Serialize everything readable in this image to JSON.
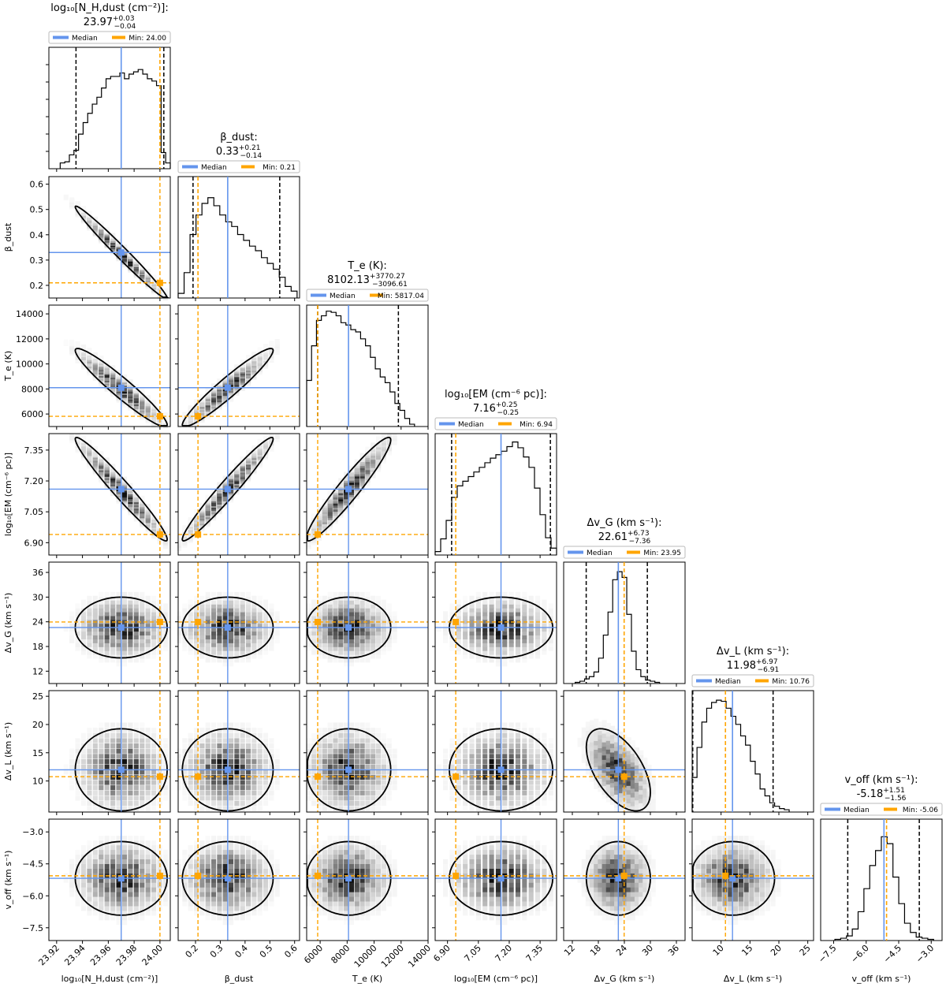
{
  "chart_data": {
    "type": "corner",
    "legend": {
      "median_label": "Median",
      "min_prefix": "Min: "
    },
    "colors": {
      "median": "#6495ed",
      "min": "#ffa500",
      "quantile": "#000000",
      "hist": "#000000",
      "density": "#000000"
    },
    "parameters": [
      {
        "name": "nh",
        "axis_label": "log₁₀[N_H,dust (cm⁻²)]",
        "title": "log₁₀[N_H,dust (cm⁻²)]:",
        "median": 23.97,
        "err_plus": "+0.03",
        "err_minus": "−0.04",
        "min": 24.0,
        "min_text": "24.00",
        "range": [
          23.914,
          24.008
        ],
        "ticks": [
          23.92,
          23.94,
          23.96,
          23.98,
          24.0
        ],
        "tick_labels": [
          "23.92",
          "23.94",
          "23.96",
          "23.98",
          "24.00"
        ],
        "q_lo": 23.935,
        "q_hi": 24.003,
        "hist": [
          0.05,
          0.06,
          0.12,
          0.16,
          0.3,
          0.4,
          0.48,
          0.56,
          0.62,
          0.7,
          0.78,
          0.8,
          0.8,
          0.83,
          0.78,
          0.82,
          0.84,
          0.86,
          0.82,
          0.78,
          0.76,
          0.72,
          0.14,
          0.05
        ]
      },
      {
        "name": "beta",
        "axis_label": "β_dust",
        "title": "β_dust:",
        "median": 0.33,
        "err_plus": "+0.21",
        "err_minus": "−0.14",
        "min": 0.21,
        "min_text": "0.21",
        "range": [
          0.13,
          0.62
        ],
        "ticks": [
          0.2,
          0.3,
          0.4,
          0.5,
          0.6
        ],
        "tick_labels": [
          "0.2",
          "0.3",
          "0.4",
          "0.5",
          "0.6"
        ],
        "q_lo": 0.19,
        "q_hi": 0.54,
        "hist": [
          0.04,
          0.22,
          0.55,
          0.72,
          0.82,
          0.87,
          0.8,
          0.72,
          0.66,
          0.62,
          0.55,
          0.5,
          0.45,
          0.41,
          0.35,
          0.3,
          0.25,
          0.18,
          0.1,
          0.06
        ]
      },
      {
        "name": "te",
        "axis_label": "T_e (K)",
        "title": "T_e (K):",
        "median": 8102.13,
        "err_plus": "+3770.27",
        "err_minus": "−3096.61",
        "min": 5817.04,
        "min_text": "5817.04",
        "range": [
          5000,
          14000
        ],
        "ticks": [
          6000,
          8000,
          10000,
          12000,
          14000
        ],
        "tick_labels": [
          "6000",
          "8000",
          "10000",
          "12000",
          "14000"
        ],
        "q_lo": 5817.04,
        "q_hi": 11800,
        "hist": [
          0.4,
          0.7,
          0.92,
          0.96,
          1.0,
          0.99,
          0.96,
          0.9,
          0.88,
          0.84,
          0.82,
          0.76,
          0.7,
          0.6,
          0.5,
          0.43,
          0.38,
          0.3,
          0.2,
          0.14,
          0.07,
          0.02
        ]
      },
      {
        "name": "em",
        "axis_label": "log₁₀[EM (cm⁻⁶ pc)]",
        "title": "log₁₀[EM (cm⁻⁶ pc)]:",
        "median": 7.16,
        "err_plus": "+0.25",
        "err_minus": "−0.25",
        "min": 6.94,
        "min_text": "6.94",
        "range": [
          6.84,
          7.43
        ],
        "ticks": [
          6.9,
          7.05,
          7.2,
          7.35
        ],
        "tick_labels": [
          "6.90",
          "7.05",
          "7.20",
          "7.35"
        ],
        "q_lo": 6.92,
        "q_hi": 7.4,
        "hist": [
          0.03,
          0.14,
          0.3,
          0.5,
          0.6,
          0.64,
          0.68,
          0.72,
          0.76,
          0.8,
          0.84,
          0.87,
          0.9,
          0.94,
          0.98,
          0.93,
          0.85,
          0.76,
          0.58,
          0.35,
          0.15,
          0.06
        ]
      },
      {
        "name": "dvg",
        "axis_label": "Δv_G (km s⁻¹)",
        "title": "Δv_G (km s⁻¹):",
        "median": 22.61,
        "err_plus": "+6.73",
        "err_minus": "−7.36",
        "min": 23.95,
        "min_text": "23.95",
        "range": [
          10,
          38
        ],
        "ticks": [
          12,
          18,
          24,
          30,
          36
        ],
        "tick_labels": [
          "12",
          "18",
          "24",
          "30",
          "36"
        ],
        "q_lo": 15.2,
        "q_hi": 29.3,
        "hist": [
          0.01,
          0.02,
          0.04,
          0.06,
          0.1,
          0.22,
          0.42,
          0.62,
          0.9,
          0.97,
          0.92,
          0.6,
          0.28,
          0.12,
          0.06,
          0.03,
          0.02,
          0.01
        ]
      },
      {
        "name": "dvl",
        "axis_label": "Δv_L (km s⁻¹)",
        "title": "Δv_L (km s⁻¹):",
        "median": 11.98,
        "err_plus": "+6.97",
        "err_minus": "−6.91",
        "min": 10.76,
        "min_text": "10.76",
        "range": [
          5,
          26
        ],
        "ticks": [
          10,
          15,
          20,
          25
        ],
        "tick_labels": [
          "10",
          "15",
          "20",
          "25"
        ],
        "q_lo": 5.1,
        "q_hi": 19,
        "hist": [
          0.3,
          0.56,
          0.78,
          0.9,
          0.95,
          0.97,
          0.96,
          0.9,
          0.83,
          0.76,
          0.66,
          0.58,
          0.44,
          0.33,
          0.2,
          0.14,
          0.08,
          0.05,
          0.03,
          0.02
        ]
      },
      {
        "name": "voff",
        "axis_label": "v_off (km s⁻¹)",
        "title": "v_off (km s⁻¹):",
        "median": -5.18,
        "err_plus": "+1.51",
        "err_minus": "−1.56",
        "min": -5.06,
        "min_text": "-5.06",
        "range": [
          -8.1,
          -2.5
        ],
        "ticks": [
          -7.5,
          -6.0,
          -4.5,
          -3.0
        ],
        "tick_labels": [
          "−7.5",
          "−6.0",
          "−4.5",
          "−3.0"
        ],
        "q_lo": -6.85,
        "q_hi": -3.55,
        "hist": [
          0.01,
          0.02,
          0.04,
          0.1,
          0.25,
          0.45,
          0.65,
          0.78,
          0.9,
          0.84,
          0.55,
          0.32,
          0.15,
          0.07,
          0.03,
          0.02,
          0.01
        ]
      }
    ],
    "y_ticks": {
      "beta": {
        "ticks": [
          0.2,
          0.3,
          0.4,
          0.5,
          0.6
        ],
        "tick_labels": [
          "0.2",
          "0.3",
          "0.4",
          "0.5",
          "0.6"
        ]
      },
      "te": {
        "ticks": [
          6000,
          8000,
          10000,
          12000,
          14000
        ],
        "tick_labels": [
          "6000",
          "8000",
          "10000",
          "12000",
          "14000"
        ]
      },
      "em": {
        "ticks": [
          6.9,
          7.05,
          7.2,
          7.35
        ],
        "tick_labels": [
          "6.90",
          "7.05",
          "7.20",
          "7.35"
        ]
      },
      "dvg": {
        "ticks": [
          12,
          18,
          24,
          30,
          36
        ],
        "tick_labels": [
          "12",
          "18",
          "24",
          "30",
          "36"
        ]
      },
      "dvl": {
        "ticks": [
          10,
          15,
          20,
          25
        ],
        "tick_labels": [
          "10",
          "15",
          "20",
          "25"
        ]
      },
      "voff": {
        "ticks": [
          -3.0,
          -4.5,
          -6.0,
          -7.5
        ],
        "tick_labels": [
          "−3.0",
          "−4.5",
          "−6.0",
          "−7.5"
        ]
      }
    },
    "y_ranges": {
      "beta": [
        0.15,
        0.63
      ],
      "te": [
        5000,
        14700
      ],
      "em": [
        6.84,
        7.43
      ],
      "dvg": [
        9,
        38.5
      ],
      "dvl": [
        4.5,
        26
      ],
      "voff": [
        -8.1,
        -2.4
      ]
    },
    "correlations": [
      [
        0,
        1,
        -0.985
      ],
      [
        0,
        2,
        -0.95
      ],
      [
        1,
        2,
        0.95
      ],
      [
        0,
        3,
        -0.97
      ],
      [
        1,
        3,
        0.97
      ],
      [
        2,
        3,
        0.95
      ],
      [
        0,
        4,
        0.0
      ],
      [
        1,
        4,
        0.0
      ],
      [
        2,
        4,
        0.0
      ],
      [
        3,
        4,
        0.0
      ],
      [
        0,
        5,
        0.0
      ],
      [
        1,
        5,
        0.0
      ],
      [
        2,
        5,
        0.0
      ],
      [
        3,
        5,
        0.0
      ],
      [
        4,
        5,
        -0.55
      ],
      [
        0,
        6,
        0.0
      ],
      [
        1,
        6,
        0.0
      ],
      [
        2,
        6,
        0.0
      ],
      [
        3,
        6,
        0.0
      ],
      [
        4,
        6,
        0.0
      ],
      [
        5,
        6,
        0.0
      ]
    ]
  }
}
